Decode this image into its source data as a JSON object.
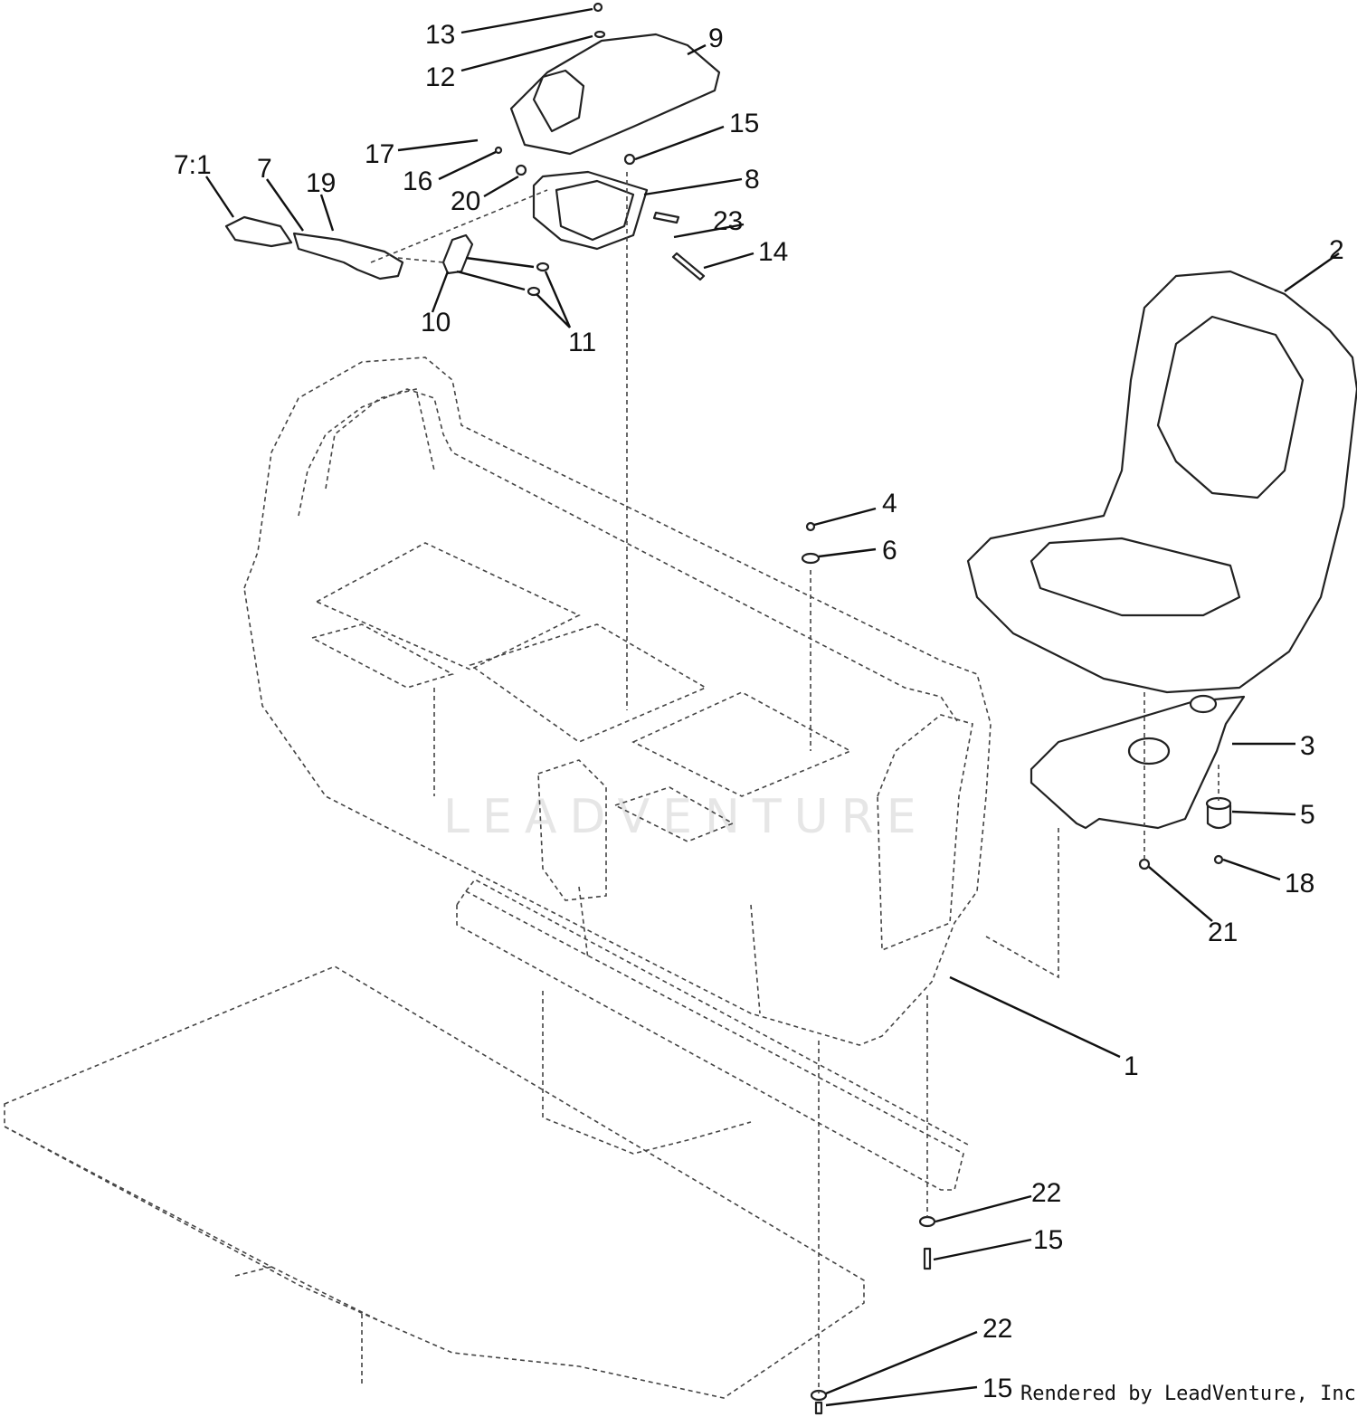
{
  "diagram": {
    "labels": {
      "p1": "1",
      "p2": "2",
      "p3": "3",
      "p4": "4",
      "p5": "5",
      "p6": "6",
      "p7": "7",
      "p7_1": "7:1",
      "p8": "8",
      "p9": "9",
      "p10": "10",
      "p11": "11",
      "p12": "12",
      "p13": "13",
      "p14": "14",
      "p15a": "15",
      "p15b": "15",
      "p15c": "15",
      "p16": "16",
      "p17": "17",
      "p18": "18",
      "p19": "19",
      "p20": "20",
      "p21": "21",
      "p22a": "22",
      "p22b": "22",
      "p23": "23"
    },
    "watermark": "LEADVENTURE",
    "credit": "Rendered by LeadVenture, Inc."
  }
}
